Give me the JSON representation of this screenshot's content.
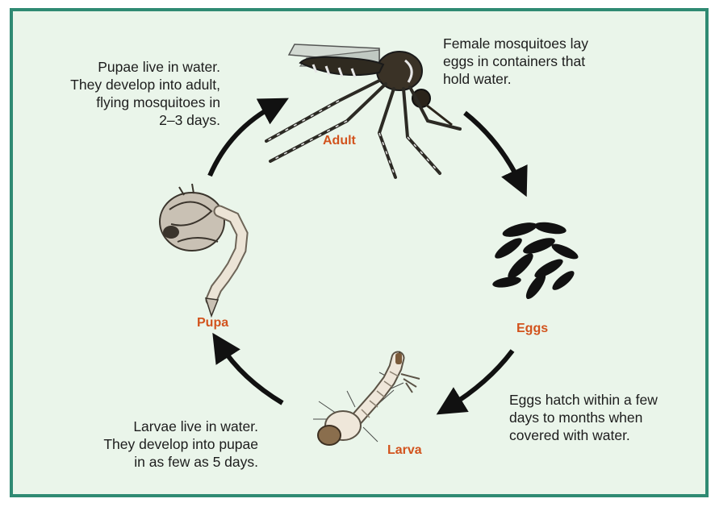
{
  "stages": {
    "adult": "Adult",
    "eggs": "Eggs",
    "larva": "Larva",
    "pupa": "Pupa"
  },
  "notes": {
    "adult_to_eggs": [
      "Female mosquitoes lay",
      "eggs in containers that",
      "hold water."
    ],
    "eggs_to_larva": [
      "Eggs hatch within a few",
      "days to months when",
      "covered with water."
    ],
    "larva_to_pupa": [
      "Larvae live in water.",
      "They develop into pupae",
      "in as few as 5 days."
    ],
    "pupa_to_adult": [
      "Pupae live in water.",
      "They develop into adult,",
      "flying mosquitoes in",
      "2–3 days."
    ]
  },
  "colors": {
    "background": "#eaf5ea",
    "border": "#2f8a73",
    "stage_label": "#d2531d",
    "arrow": "#111111"
  },
  "icons": [
    "mosquito-adult-illustration",
    "egg-cluster-illustration",
    "larva-illustration",
    "pupa-illustration",
    "cycle-arrow"
  ]
}
